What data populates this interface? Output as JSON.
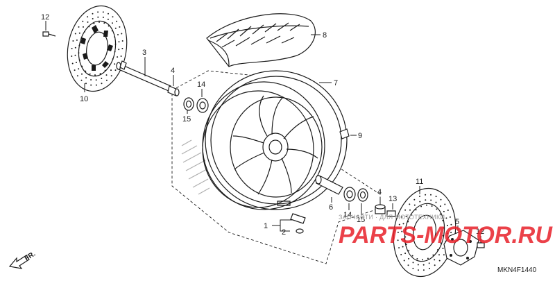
{
  "diagram": {
    "callouts": [
      {
        "id": "c12a",
        "label": "12"
      },
      {
        "id": "c10",
        "label": "10"
      },
      {
        "id": "c3",
        "label": "3"
      },
      {
        "id": "c4a",
        "label": "4"
      },
      {
        "id": "c14a",
        "label": "14"
      },
      {
        "id": "c15a",
        "label": "15"
      },
      {
        "id": "c8",
        "label": "8"
      },
      {
        "id": "c7",
        "label": "7"
      },
      {
        "id": "c9",
        "label": "9"
      },
      {
        "id": "c11",
        "label": "11"
      },
      {
        "id": "c4b",
        "label": "4"
      },
      {
        "id": "c13",
        "label": "13"
      },
      {
        "id": "c6",
        "label": "6"
      },
      {
        "id": "c14b",
        "label": "14"
      },
      {
        "id": "c15b",
        "label": "15"
      },
      {
        "id": "c1",
        "label": "1"
      },
      {
        "id": "c2",
        "label": "2"
      },
      {
        "id": "c5",
        "label": "5"
      },
      {
        "id": "c12b",
        "label": "12"
      }
    ],
    "direction_label": "FR.",
    "diagram_code": "MKN4F1440"
  },
  "watermark": {
    "brand": "PARTS-MOTOR.RU",
    "tagline": "ЗАПЧАСТИ · ДЛЯ МОТОТЕХНИКИ"
  },
  "colors": {
    "ink": "#1a1a1a",
    "watermark_red": "#e8202a",
    "watermark_gray": "#9a9a9a"
  }
}
